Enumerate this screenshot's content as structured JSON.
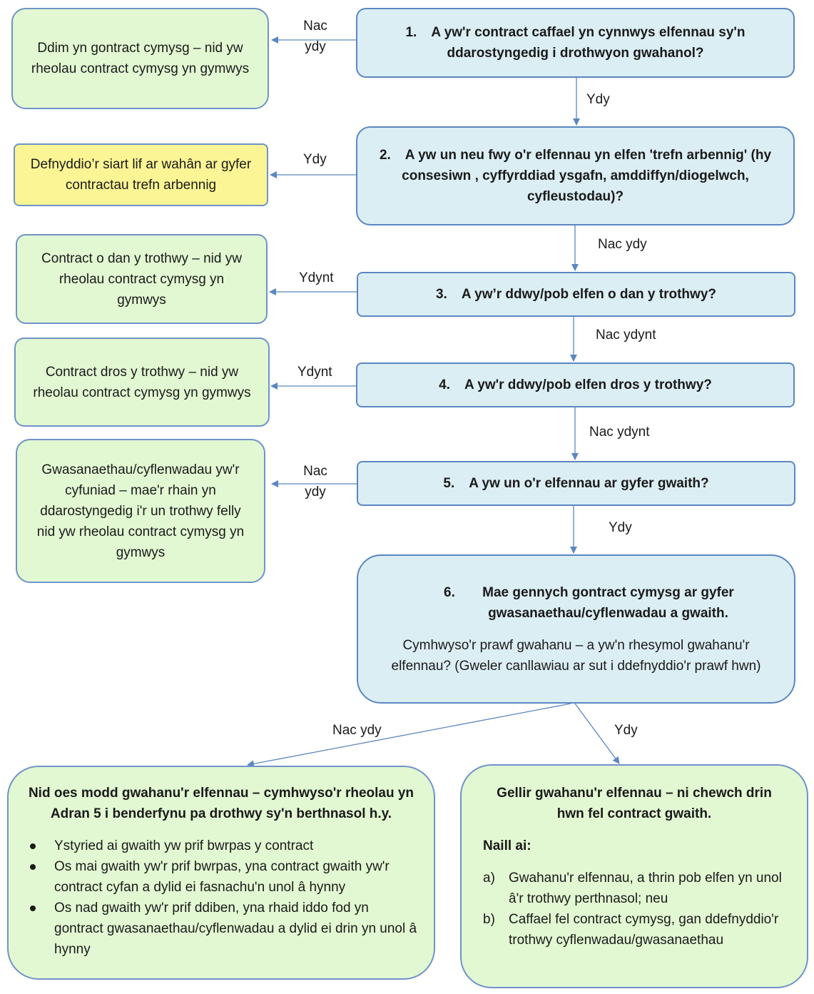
{
  "questions": {
    "q1": {
      "num": "1.",
      "text": "A yw'r contract caffael yn cynnwys elfennau sy'n ddarostyngedig i drothwyon gwahanol?"
    },
    "q2": {
      "num": "2.",
      "text": "A yw un neu fwy o'r elfennau yn elfen 'trefn arbennig' (hy consesiwn , cyffyrddiad ysgafn, amddiffyn/diogelwch, cyfleustodau)?"
    },
    "q3": {
      "num": "3.",
      "text": "A yw’r ddwy/pob elfen o dan y trothwy?"
    },
    "q4": {
      "num": "4.",
      "text": "A yw'r ddwy/pob elfen dros y trothwy?"
    },
    "q5": {
      "num": "5.",
      "text": "A yw un o'r elfennau ar gyfer gwaith?"
    },
    "q6": {
      "num": "6.",
      "title": "Mae gennych gontract cymysg ar gyfer gwasanaethau/cyflenwadau a gwaith.",
      "body": "Cymhwyso'r prawf gwahanu – a yw'n rhesymol gwahanu'r elfennau? (Gweler canllawiau ar sut i ddefnyddio'r prawf hwn)"
    }
  },
  "outcomes": {
    "o1": "Ddim yn gontract cymysg – nid yw rheolau contract cymysg yn gymwys",
    "o2": "Defnyddio’r siart lif ar wahân ar gyfer contractau trefn arbennig",
    "o3": "Contract o dan y trothwy – nid yw rheolau contract cymysg yn gymwys",
    "o4": "Contract dros y trothwy – nid yw rheolau contract cymysg yn gymwys",
    "o5": "Gwasanaethau/cyflenwadau yw'r cyfuniad – mae'r rhain yn ddarostyngedig i'r un trothwy felly nid yw rheolau contract cymysg yn gymwys",
    "left": {
      "title": "Nid oes modd gwahanu'r elfennau – cymhwyso'r rheolau yn Adran 5 i benderfynu pa drothwy sy'n berthnasol h.y.",
      "bullets": [
        "Ystyried ai gwaith yw prif bwrpas y contract",
        "Os mai gwaith yw'r prif bwrpas, yna contract gwaith yw'r contract cyfan a dylid ei fasnachu'n unol â hynny",
        "Os nad gwaith yw'r prif ddiben, yna rhaid iddo fod yn gontract gwasanaethau/cyflenwadau a dylid ei drin yn unol â hynny"
      ]
    },
    "right": {
      "title": "Gellir gwahanu'r elfennau – ni chewch drin hwn fel contract gwaith.",
      "subtitle": "Naill ai:",
      "items": [
        {
          "marker": "a)",
          "text": "Gwahanu'r elfennau, a thrin pob elfen yn unol â'r trothwy perthnasol; neu"
        },
        {
          "marker": "b)",
          "text": "Caffael fel contract cymysg, gan ddefnyddio'r trothwy cyflenwadau/gwasanaethau"
        }
      ]
    }
  },
  "labels": {
    "l1": "Nac ydy",
    "l2": "Ydy",
    "l3": "Ydy",
    "l4": "Nac ydy",
    "l5": "Ydynt",
    "l6": "Nac ydynt",
    "l7": "Ydynt",
    "l8": "Nac ydynt",
    "l9": "Nac ydy",
    "l10": "Ydy",
    "l11": "Nac ydy",
    "l12": "Ydy"
  },
  "colors": {
    "question_fill": "#dbeef4",
    "outcome_fill": "#e2f8d2",
    "special_fill": "#fbf595",
    "border": "#5b87c1",
    "arrow": "#5b87c1"
  }
}
